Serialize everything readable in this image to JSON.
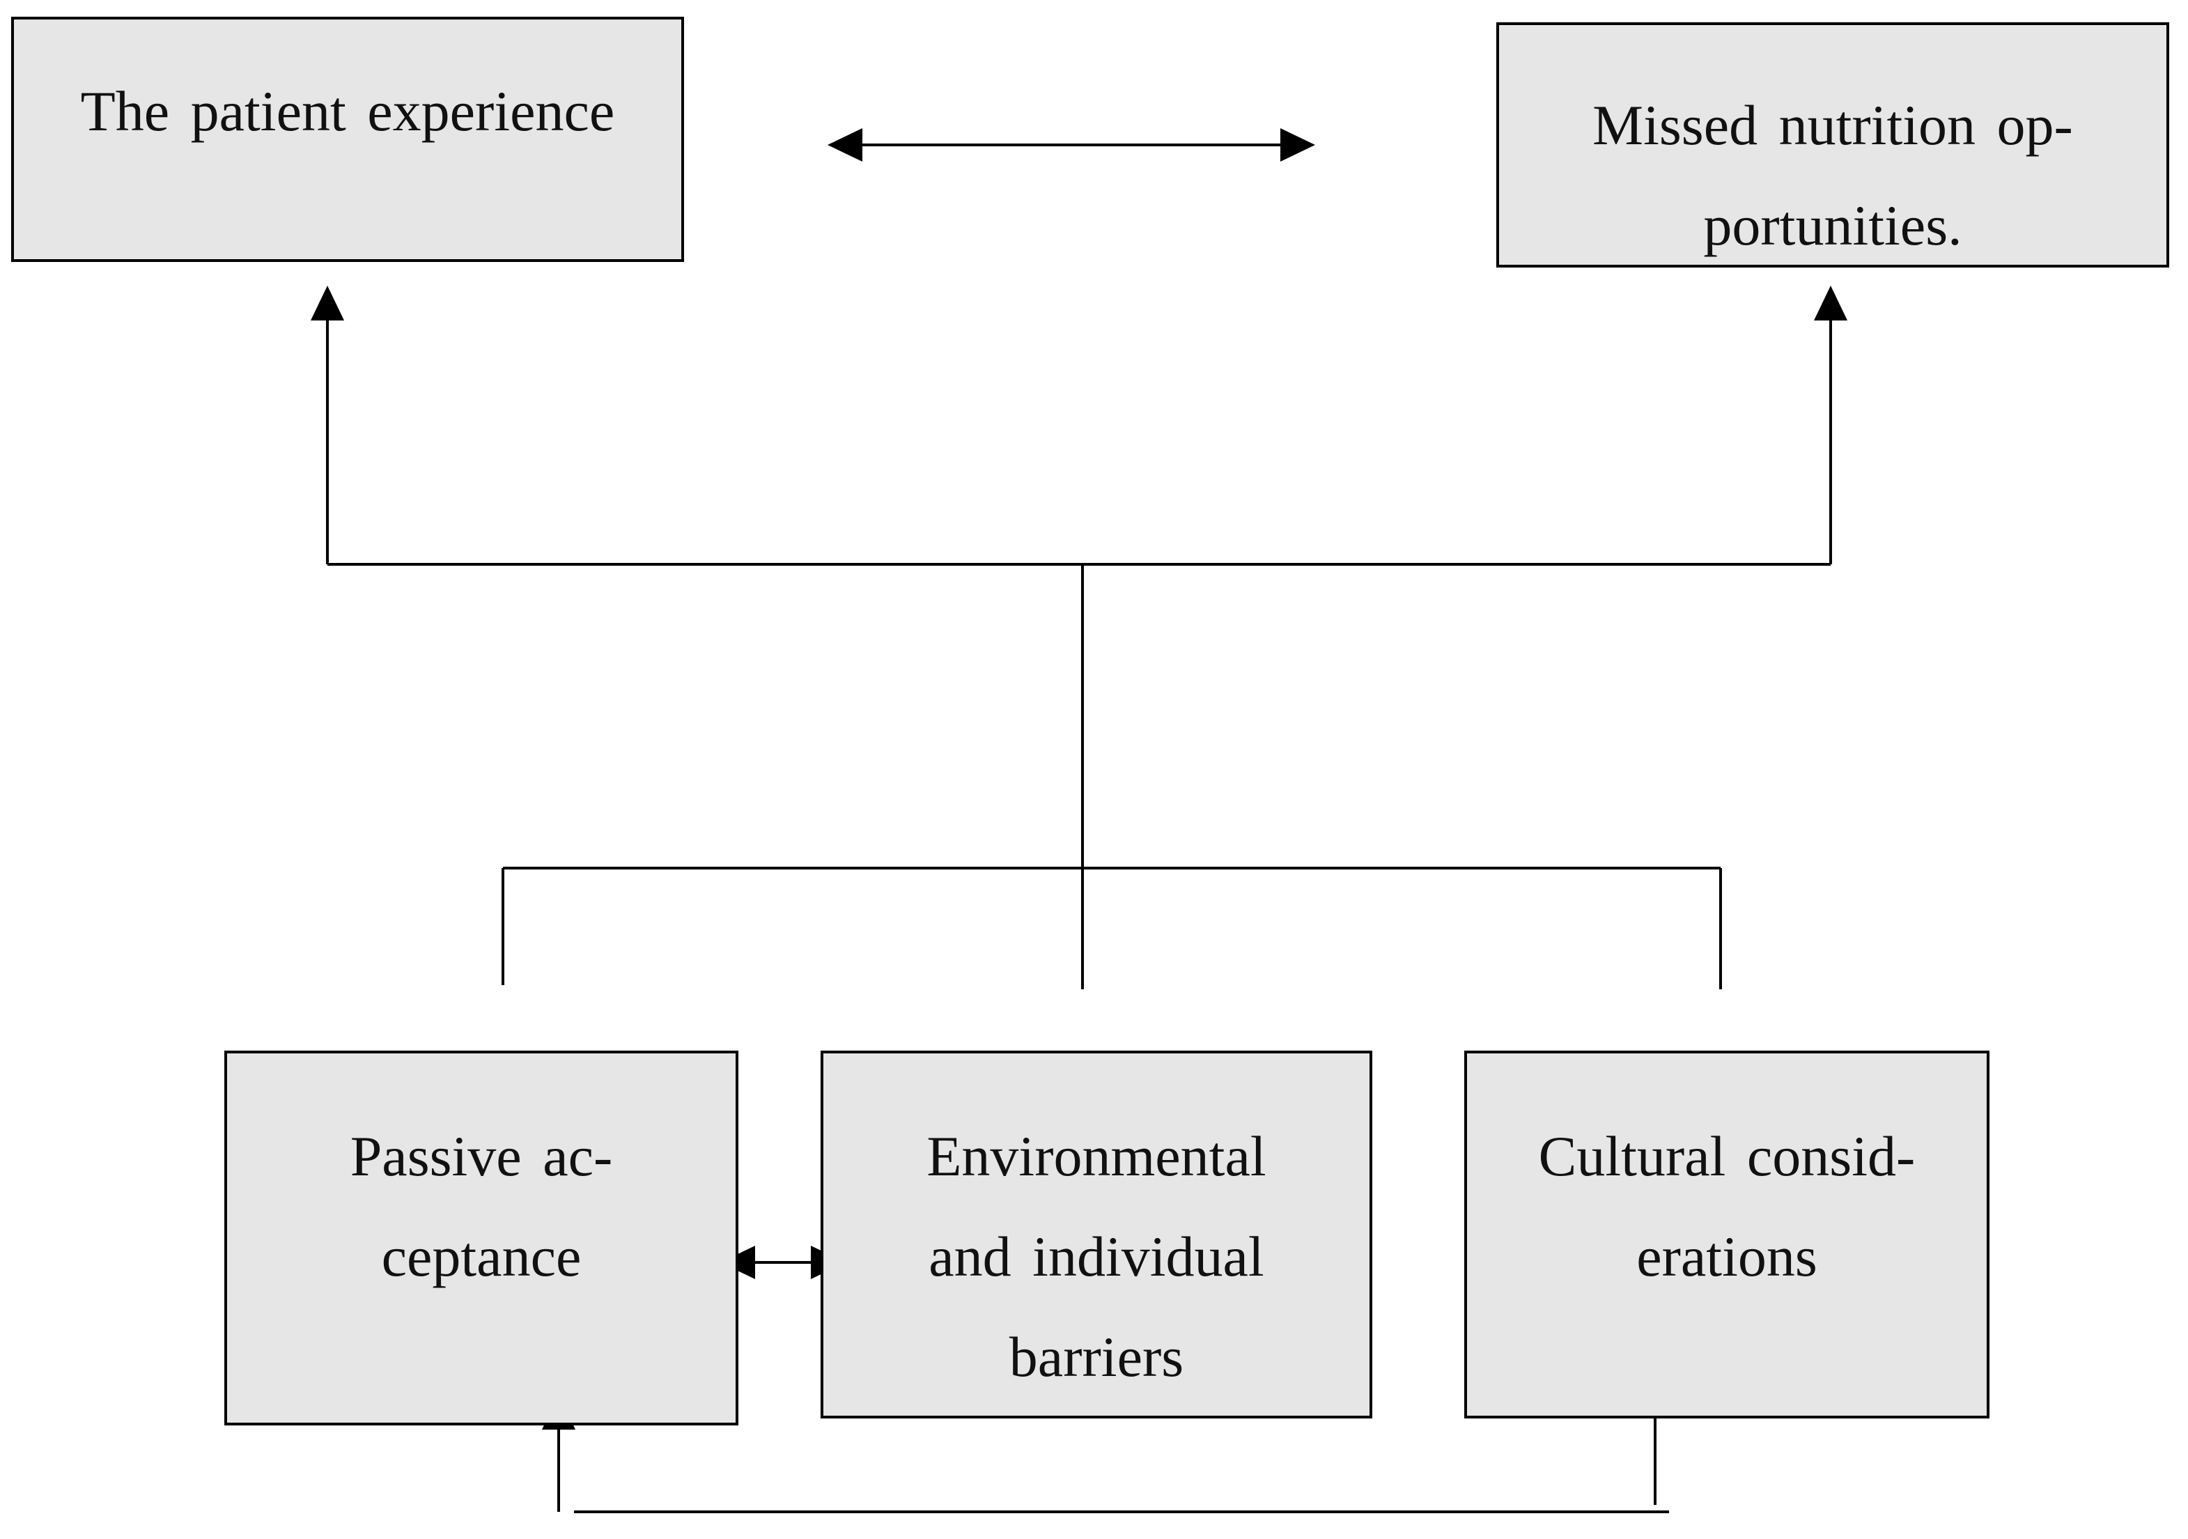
{
  "nodes": {
    "patient_experience": {
      "lines": [
        "The patient experience"
      ]
    },
    "missed_nutrition": {
      "lines": [
        "Missed nutrition op-",
        "portunities."
      ]
    },
    "passive_acceptance": {
      "lines": [
        "Passive ac-",
        "ceptance"
      ]
    },
    "environmental_barriers": {
      "lines": [
        "Environmental",
        "and individual",
        "barriers"
      ]
    },
    "cultural_considerations": {
      "lines": [
        "Cultural consid-",
        "erations"
      ]
    }
  },
  "colors": {
    "box_fill": "#e6e6e6",
    "stroke": "#000000",
    "text": "#111111"
  }
}
